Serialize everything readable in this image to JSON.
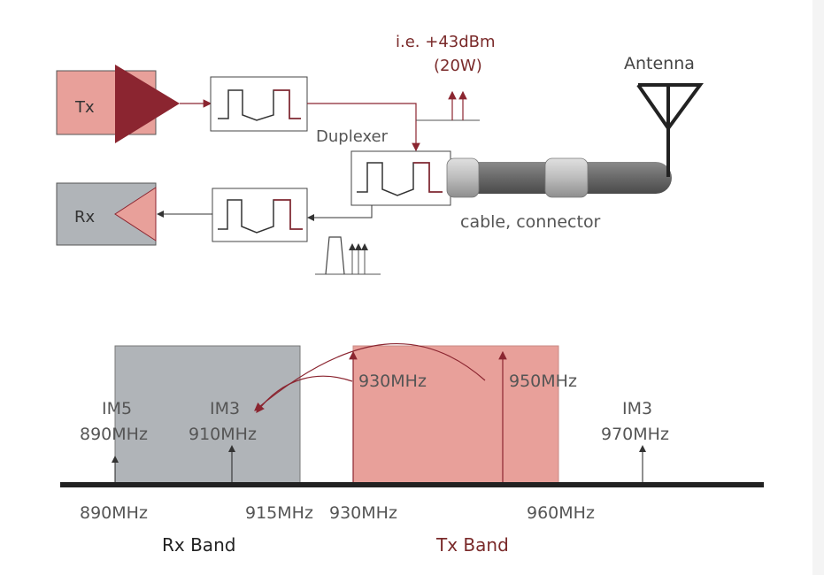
{
  "top": {
    "tx_label": "Tx",
    "rx_label": "Rx",
    "power_line1": "i.e. +43dBm",
    "power_line2": "(20W)",
    "duplexer_label": "Duplexer",
    "antenna_label": "Antenna",
    "cable_label": "cable, connector"
  },
  "bottom": {
    "im5_label": "IM5",
    "im5_freq": "890MHz",
    "im3_left_label": "IM3",
    "im3_left_freq": "910MHz",
    "tx1_freq": "930MHz",
    "tx2_freq": "950MHz",
    "im3_right_label": "IM3",
    "im3_right_freq": "970MHz",
    "axis_890": "890MHz",
    "axis_915": "915MHz",
    "axis_930": "930MHz",
    "axis_960": "960MHz",
    "rx_band": "Rx Band",
    "tx_band": "Tx Band"
  },
  "colors": {
    "tx_pink": "#e8a09a",
    "dark_red": "#8b2530",
    "rx_gray": "#b0b4b8",
    "text_gray": "#555555",
    "text_red": "#7a2a2a"
  }
}
